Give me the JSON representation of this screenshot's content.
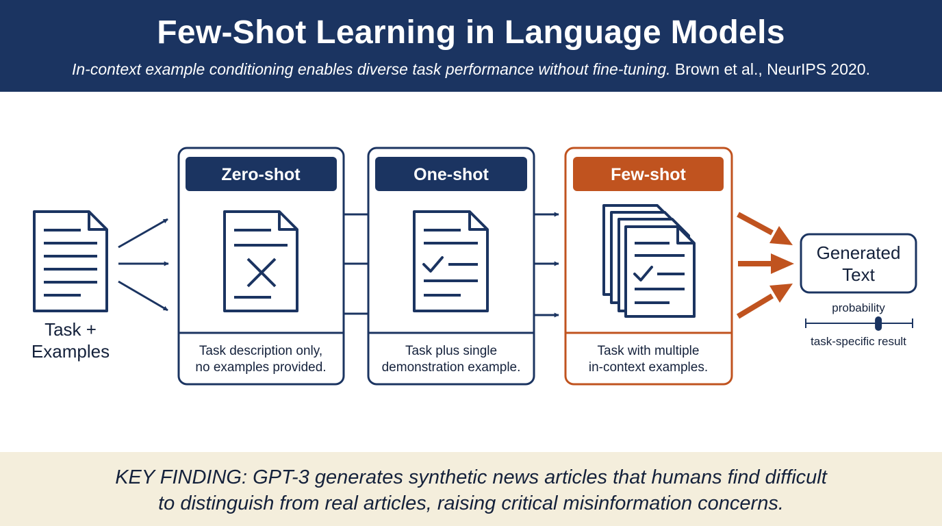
{
  "header": {
    "title": "Few-Shot Learning in Language Models",
    "subtitle_italic": "In-context example conditioning enables diverse task performance without fine-tuning.",
    "subtitle_citation": "Brown et al., NeurIPS 2020."
  },
  "input": {
    "label_line1": "Task +",
    "label_line2": "Examples"
  },
  "panels": [
    {
      "title": "Zero-shot",
      "desc_line1": "Task description only,",
      "desc_line2": "no examples provided."
    },
    {
      "title": "One-shot",
      "desc_line1": "Task plus single",
      "desc_line2": "demonstration example."
    },
    {
      "title": "Few-shot",
      "desc_line1": "Task with multiple",
      "desc_line2": "in-context examples."
    }
  ],
  "output": {
    "label_line1": "Generated",
    "label_line2": "Text",
    "scale_top": "probability",
    "scale_bottom": "task-specific result",
    "marker_level": 0.68
  },
  "footer": {
    "line1": "KEY FINDING: GPT-3 generates synthetic news articles that humans find difficult",
    "line2": "to distinguish from real articles, raising critical misinformation concerns."
  },
  "colors": {
    "navy": "#1b3461",
    "orange": "#c0531f",
    "cream": "#f4eedc"
  }
}
